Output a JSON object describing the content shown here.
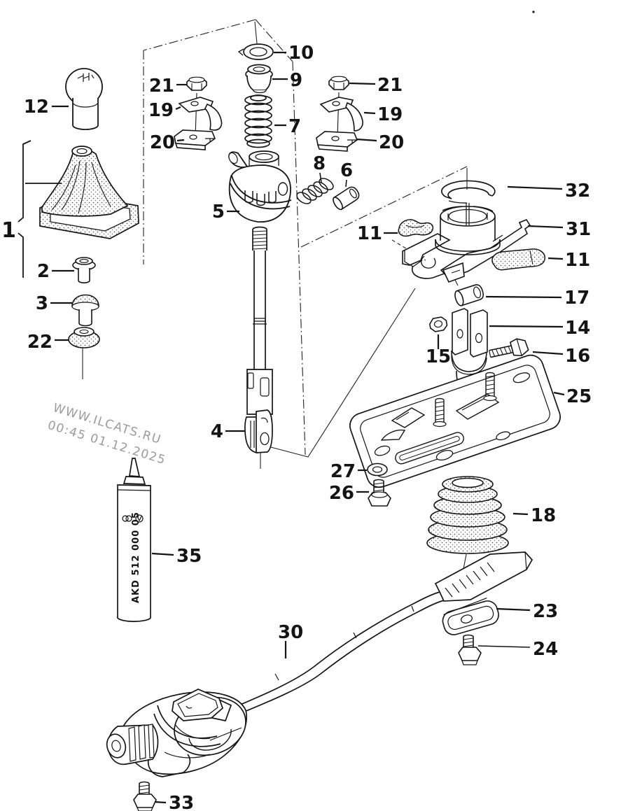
{
  "watermark": {
    "line1": "WWW.ILCATS.RU",
    "line2": "00:45 01.12.2025"
  },
  "tube": {
    "text": "AKD 512 000 05"
  },
  "part_labels": {
    "p1": "1",
    "p2": "2",
    "p3": "3",
    "p4": "4",
    "p5": "5",
    "p6": "6",
    "p7": "7",
    "p8": "8",
    "p9": "9",
    "p10": "10",
    "p11_left": "11",
    "p11_right": "11",
    "p12": "12",
    "p14": "14",
    "p15": "15",
    "p16": "16",
    "p17": "17",
    "p18": "18",
    "p19_left": "19",
    "p19_right": "19",
    "p20_left": "20",
    "p20_right": "20",
    "p21_left": "21",
    "p21_right": "21",
    "p22": "22",
    "p23": "23",
    "p24": "24",
    "p25": "25",
    "p26": "26",
    "p27": "27",
    "p30": "30",
    "p31": "31",
    "p32": "32",
    "p33": "33",
    "p35": "35"
  }
}
